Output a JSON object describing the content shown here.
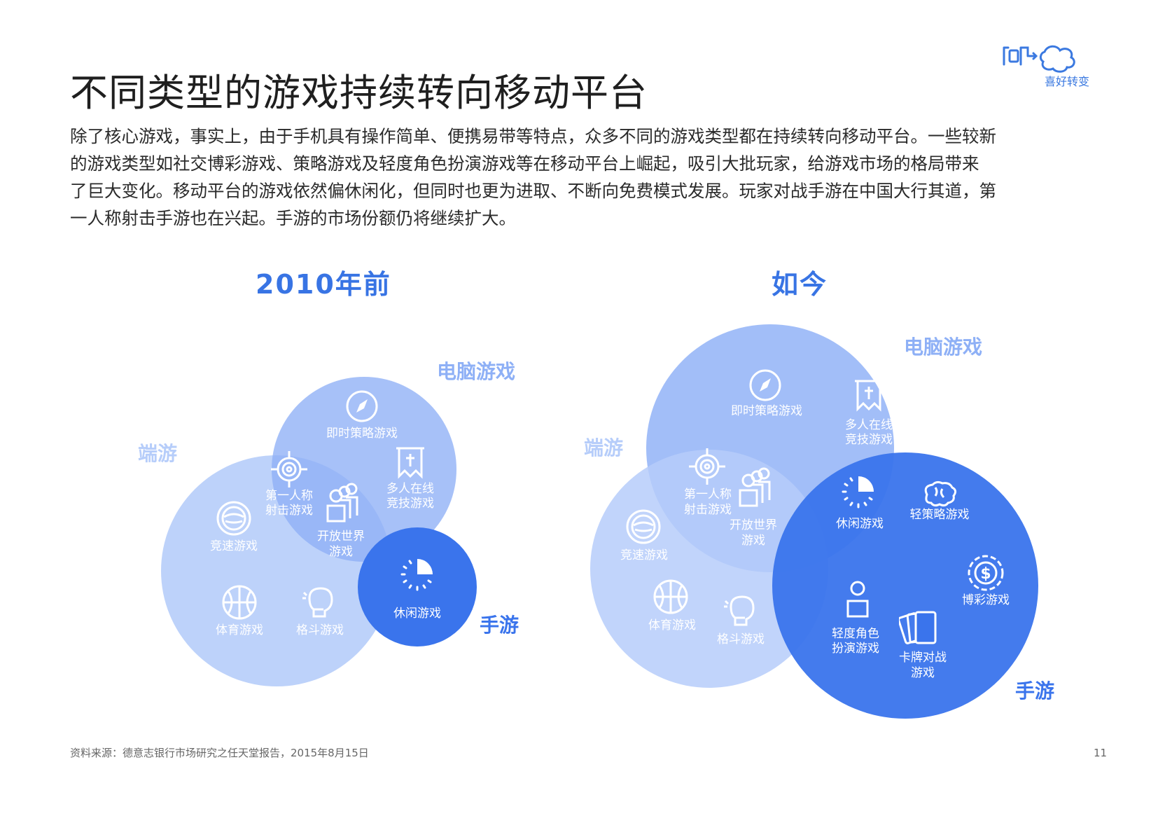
{
  "header": {
    "title": "不同类型的游戏持续转向移动平台",
    "brand": "喜好转变",
    "intro_lines": [
      "除了核心游戏，事实上，由于手机具有操作简单、便携易带等特点，众多不同的游戏类型都在持续转向移动平台。一些较新",
      "的游戏类型如社交博彩游戏、策略游戏及轻度角色扮演游戏等在移动平台上崛起，吸引大批玩家，给游戏市场的格局带来",
      "了巨大变化。移动平台的游戏依然偏休闲化，但同时也更为进取、不断向免费模式发展。玩家对战手游在中国大行其道，第",
      "一人称射击手游也在兴起。手游的市场份额仍将继续扩大。"
    ]
  },
  "before": {
    "heading": "2010年前",
    "platforms": {
      "pc": "电脑游戏",
      "console": "端游",
      "mobile": "手游"
    },
    "genres": {
      "rts": "即时策略游戏",
      "moba_1": "多人在线",
      "moba_2": "竞技游戏",
      "fps_1": "第一人称",
      "fps_2": "射击游戏",
      "open_world_1": "开放世界",
      "open_world_2": "游戏",
      "racing": "竞速游戏",
      "casual": "休闲游戏",
      "sports": "体育游戏",
      "fighting": "格斗游戏"
    }
  },
  "now": {
    "heading": "如今",
    "platforms": {
      "pc": "电脑游戏",
      "console": "端游",
      "mobile": "手游"
    },
    "genres": {
      "rts": "即时策略游戏",
      "moba_1": "多人在线",
      "moba_2": "竞技游戏",
      "fps_1": "第一人称",
      "fps_2": "射击游戏",
      "open_world_1": "开放世界",
      "open_world_2": "游戏",
      "racing": "竞速游戏",
      "casual": "休闲游戏",
      "light_strategy": "轻策略游戏",
      "gambling": "博彩游戏",
      "light_rpg_1": "轻度角色",
      "light_rpg_2": "扮演游戏",
      "card_battle_1": "卡牌对战",
      "card_battle_2": "游戏",
      "sports": "体育游戏",
      "fighting": "格斗游戏"
    }
  },
  "colors": {
    "heading": "#3874e4",
    "console_circle": "#b6cdfa",
    "pc_circle": "#8eb0f6",
    "mobile_circle": "#3a74ec"
  },
  "footer": {
    "source": "资料来源：德意志银行市场研究之任天堂报告，2015年8月15日",
    "page_number": "11"
  }
}
